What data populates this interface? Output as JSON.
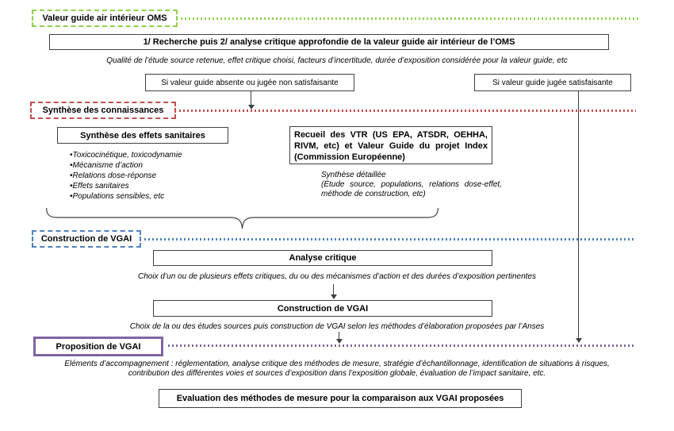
{
  "sections": {
    "s1_label": "Valeur guide air intérieur OMS",
    "s2_label": "Synthèse des connaissances",
    "s3_label": "Construction de VGAI",
    "s4_label": "Proposition de VGAI"
  },
  "boxes": {
    "main": "1/ Recherche puis 2/ analyse critique approfondie de la valeur guide air intérieur de l’OMS",
    "cond_left": "Si valeur guide absente ou jugée non satisfaisante",
    "cond_right": "Si valeur guide jugée satisfaisante",
    "effets": "Synthèse des effets sanitaires",
    "recueil": "Recueil des VTR (US EPA, ATSDR, OEHHA, RIVM, etc) et Valeur Guide du projet Index (Commission Européenne)",
    "analyse": "Analyse critique",
    "construction": "Construction de VGAI",
    "evaluation": "Evaluation des méthodes de mesure pour la comparaison aux VGAI proposées"
  },
  "captions": {
    "c1": "Qualité de l’étude source retenue, effet critique choisi, facteurs d’incertitude, durée d’exposition considérée pour la valeur guide, etc",
    "synthese_detail_title": "Synthèse détaillée",
    "synthese_detail_body": "(Étude source, populations, relations dose-effet, méthode de construction, etc)",
    "c2": "Choix d’un ou de plusieurs effets critiques, du ou des mécanismes d’action et des durées d’exposition pertinentes",
    "c3": "Choix de la ou des études sources puis construction de VGAI selon les méthodes d’élaboration proposées par l’Anses",
    "c4a": "Eléments d’accompagnement : réglementation, analyse critique des méthodes de mesure, stratégie d’échantillonnage, identification de situations à risques,",
    "c4b": "contribution des différentes voies et sources d’exposition dans l’exposition globale, évaluation de l’impact sanitaire, etc."
  },
  "bullets": [
    "Toxicocinétique, toxicodynamie",
    "Mécanisme d’action",
    "Relations dose-réponse",
    "Effets sanitaires",
    "Populations sensibles, etc"
  ],
  "colors": {
    "green": "#92D050",
    "red": "#C0504D",
    "blue": "#4F81BD",
    "purple": "#8064A2",
    "line": "#404040"
  }
}
